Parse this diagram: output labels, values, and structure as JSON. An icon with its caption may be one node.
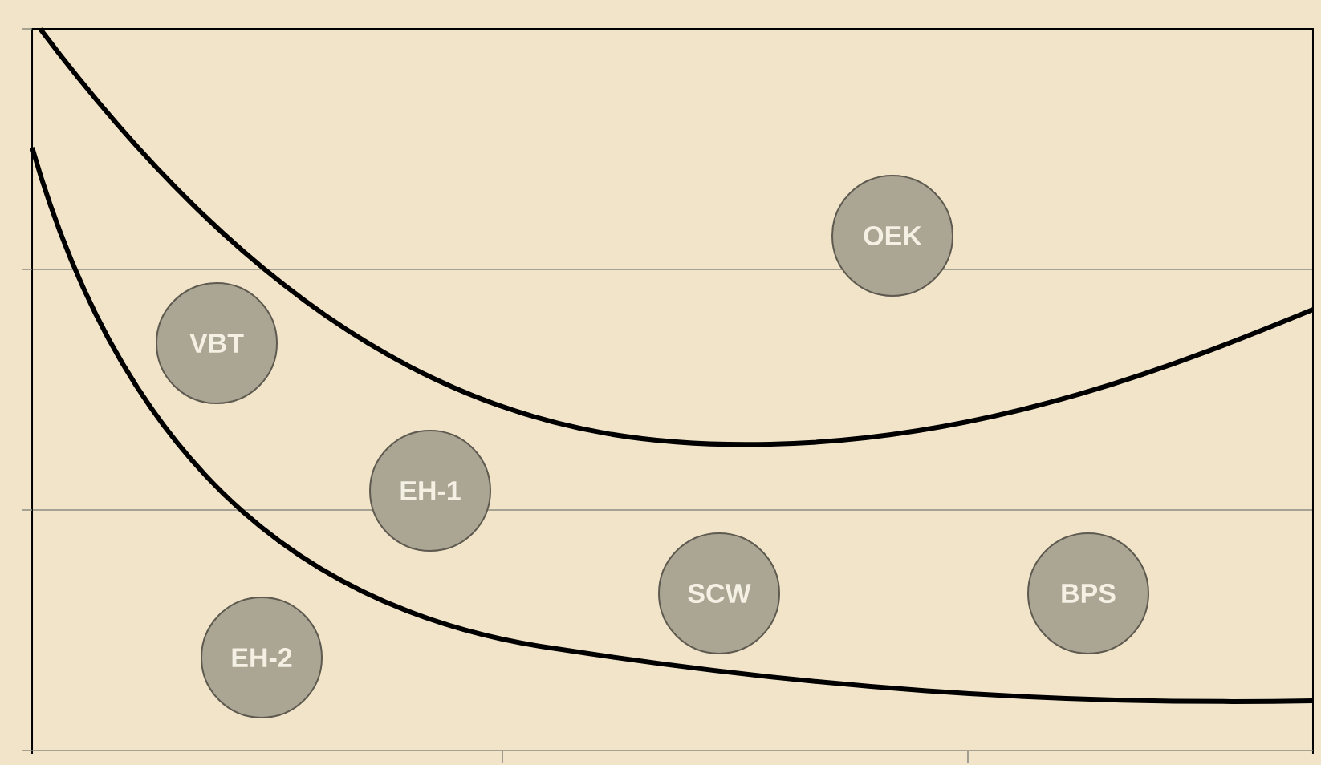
{
  "diagram": {
    "nodes": [
      {
        "text": [
          "OEK"
        ]
      },
      {
        "text": [
          "VBT"
        ]
      },
      {
        "text": [
          "EH-1"
        ]
      },
      {
        "text": [
          "SCW"
        ]
      },
      {
        "text": [
          "BPS"
        ]
      },
      {
        "text": [
          "EH-2"
        ]
      }
    ]
  }
}
